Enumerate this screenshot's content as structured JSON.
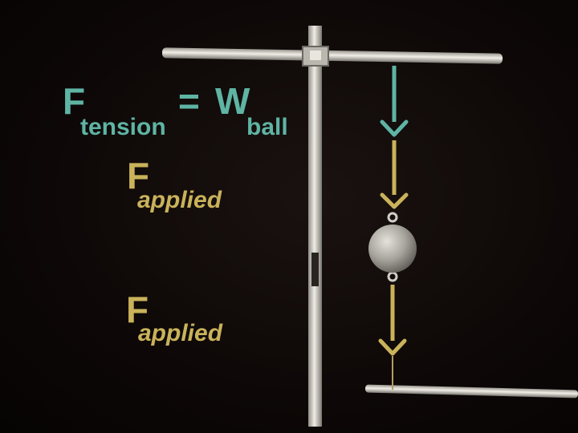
{
  "equation": {
    "lhs_symbol": "F",
    "lhs_subscript": "tension",
    "equals": "=",
    "rhs_symbol": "W",
    "rhs_subscript": "ball"
  },
  "upper_force": {
    "symbol": "F",
    "subscript": "applied"
  },
  "lower_force": {
    "symbol": "F",
    "subscript": "applied"
  },
  "colors": {
    "tension": "#5fb4a4",
    "applied": "#c9b25a",
    "background": "#0a0605",
    "rod": "#d6d4cc",
    "ball": "#a8a69e"
  },
  "icons": {
    "tension_arrow": "down-arrow-icon",
    "upper_applied_arrow": "down-arrow-icon",
    "lower_applied_arrow": "down-arrow-icon"
  }
}
